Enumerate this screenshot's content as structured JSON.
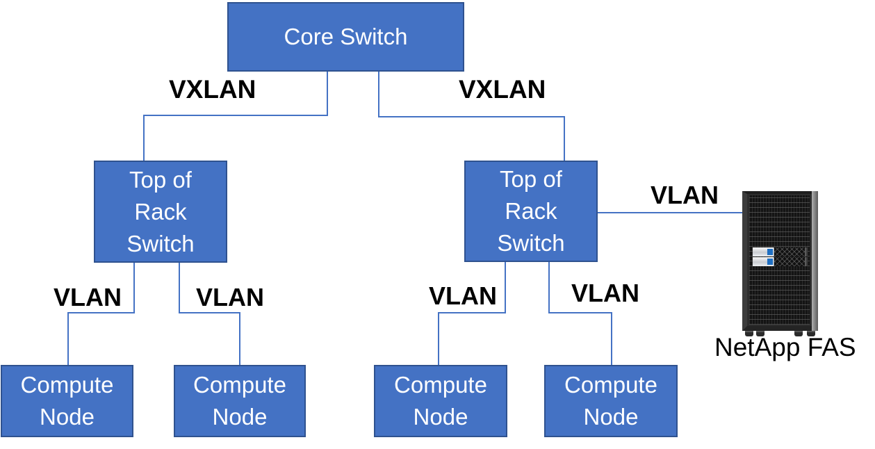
{
  "diagram_type": "network-topology",
  "colors": {
    "node_fill": "#4472C4",
    "node_border": "#2F528F",
    "connector_line": "#4472C4",
    "node_text": "#FFFFFF",
    "label_text": "#000000",
    "background": "#FFFFFF",
    "netapp_logo_blue": "#1F6FC2"
  },
  "nodes": {
    "core_switch": {
      "label": "Core Switch"
    },
    "tor_switch_left": {
      "label": "Top of\nRack\nSwitch"
    },
    "tor_switch_right": {
      "label": "Top of\nRack\nSwitch"
    },
    "compute_node_1": {
      "label": "Compute\nNode"
    },
    "compute_node_2": {
      "label": "Compute\nNode"
    },
    "compute_node_3": {
      "label": "Compute\nNode"
    },
    "compute_node_4": {
      "label": "Compute\nNode"
    }
  },
  "link_labels": {
    "vxlan_left": "VXLAN",
    "vxlan_right": "VXLAN",
    "vlan_compute_1": "VLAN",
    "vlan_compute_2": "VLAN",
    "vlan_compute_3": "VLAN",
    "vlan_compute_4": "VLAN",
    "vlan_storage": "VLAN"
  },
  "storage": {
    "caption": "NetApp FAS",
    "image": "netapp-fas-rack"
  }
}
